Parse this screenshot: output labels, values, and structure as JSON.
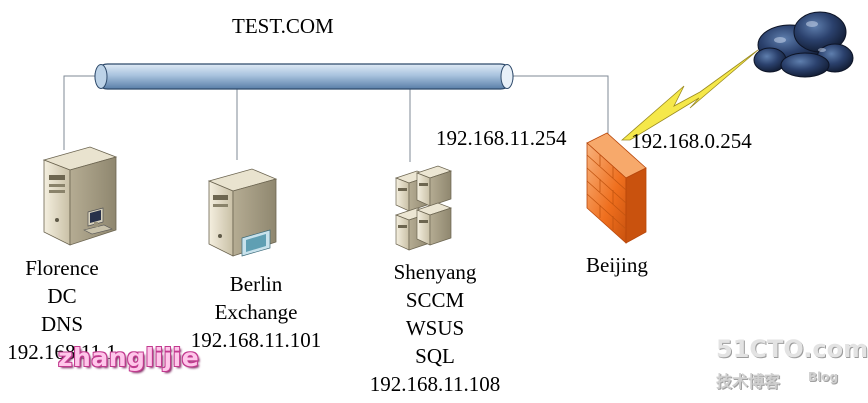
{
  "network": {
    "domain_name": "TEST.COM",
    "left_ip": "192.168.11.254",
    "right_ip": "192.168.0.254"
  },
  "nodes": {
    "florence": {
      "name": "Florence",
      "role1": "DC",
      "role2": "DNS",
      "ip": "192.168.11.1"
    },
    "berlin": {
      "name": "Berlin",
      "role1": "Exchange",
      "ip": "192.168.11.101"
    },
    "shenyang": {
      "name": "Shenyang",
      "role1": "SCCM",
      "role2": "WSUS",
      "role3": "SQL",
      "ip": "192.168.11.108"
    },
    "beijing": {
      "name": "Beijing"
    }
  },
  "watermarks": {
    "author": "zhanglijie",
    "site": "51CTO.com",
    "site_cn": "技术博客",
    "site_blog": "Blog"
  },
  "icons": [
    "server-tower-icon",
    "workstation-icon",
    "exchange-server-icon",
    "server-rack-icon",
    "firewall-icon",
    "cloud-icon",
    "lightning-link-icon"
  ],
  "colors": {
    "bus": "#a9c3de",
    "firewall": "#ef6f1e",
    "cloud": "#1b2a48"
  }
}
